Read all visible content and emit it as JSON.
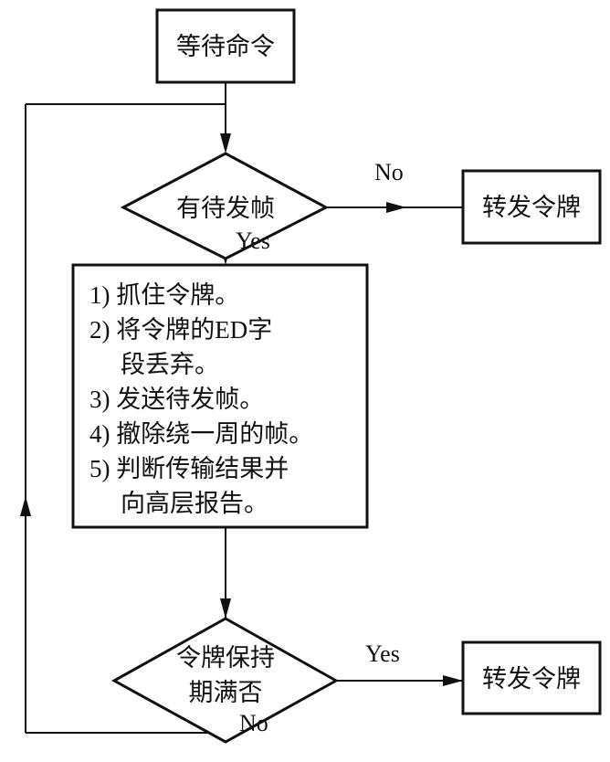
{
  "nodes": {
    "start": {
      "label": "等待命令"
    },
    "decision1": {
      "label": "有待发帧"
    },
    "forward1": {
      "label": "转发令牌"
    },
    "process": {
      "lines": [
        "1) 抓住令牌。",
        "2) 将令牌的ED字",
        "段丢弃。",
        "3) 发送待发帧。",
        "4) 撤除绕一周的帧。",
        "5) 判断传输结果并",
        "向高层报告。"
      ]
    },
    "decision2": {
      "lines": [
        "令牌保持",
        "期满否"
      ]
    },
    "forward2": {
      "label": "转发令牌"
    }
  },
  "edges": {
    "d1_no": "No",
    "d1_yes": "Yes",
    "d2_yes": "Yes",
    "d2_no": "No"
  }
}
